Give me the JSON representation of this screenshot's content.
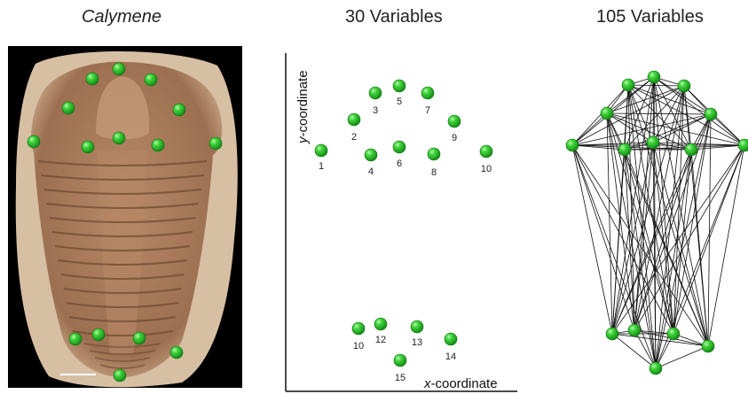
{
  "panels": {
    "specimen_title": "Calymene",
    "variables_title": "30 Variables",
    "network_title": "105 Variables"
  },
  "axes": {
    "y_label_italic": "y",
    "y_label_rest": "-coordinate",
    "x_label_italic": "x",
    "x_label_rest": "-coordinate"
  },
  "landmarks": [
    {
      "id": "1"
    },
    {
      "id": "2"
    },
    {
      "id": "3"
    },
    {
      "id": "4"
    },
    {
      "id": "5"
    },
    {
      "id": "6"
    },
    {
      "id": "7"
    },
    {
      "id": "8"
    },
    {
      "id": "9"
    },
    {
      "id": "10"
    },
    {
      "id": "10"
    },
    {
      "id": "12"
    },
    {
      "id": "13"
    },
    {
      "id": "14"
    },
    {
      "id": "15"
    }
  ],
  "colors": {
    "landmark": "#2fc12f",
    "fossil": "#a8795a",
    "background_photo": "#000000"
  }
}
